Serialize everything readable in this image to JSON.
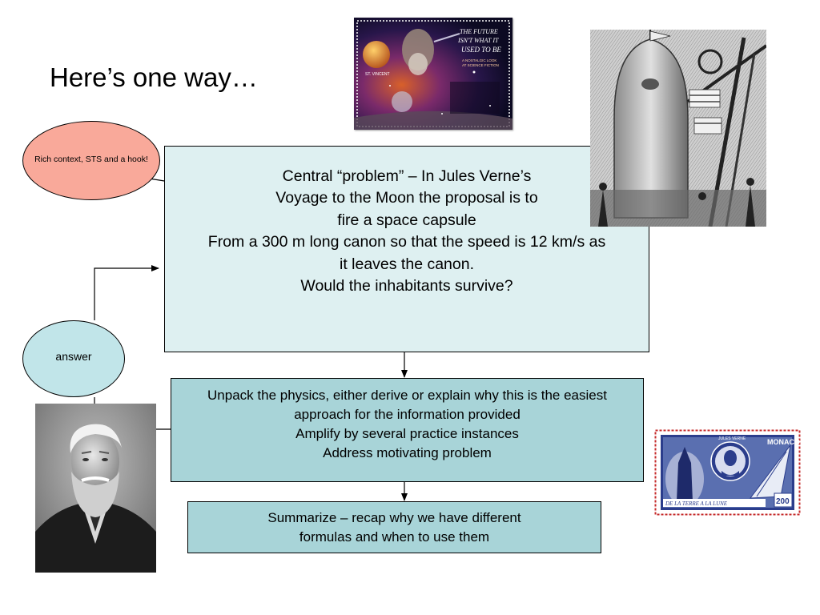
{
  "title": "Here’s one way…",
  "colors": {
    "central_fill": "#def0f1",
    "process_fill": "#a8d4d8",
    "hook_fill": "#f9a99a",
    "answer_fill": "#c1e5e9",
    "stamp_frame": "#c62b2b",
    "stamp_ink": "#2b3d8c"
  },
  "callouts": {
    "hook": "Rich context, STS and a hook!",
    "answer": "answer"
  },
  "central": {
    "lines": [
      "Central “problem” – In Jules Verne’s",
      "Voyage to the Moon the proposal is to",
      "fire a space capsule",
      "From a 300 m long canon so that the speed is 12 km/s as",
      "it leaves the canon.",
      "Would the inhabitants survive?"
    ]
  },
  "unpack": {
    "lines": [
      "Unpack the physics, either derive or explain why this is the easiest",
      "approach for the information provided",
      "Amplify by several practice instances",
      "Address motivating problem"
    ]
  },
  "summary": {
    "lines": [
      "Summarize – recap why we have different",
      "formulas and when to use them"
    ]
  },
  "images": {
    "stamp_future": {
      "icon": "space-stamp-image",
      "text": [
        "THE FUTURE",
        "ISN'T WHAT IT",
        "USED TO BE",
        "A NOSTALGIC LOOK",
        "AT SCIENCE FICTION",
        "ST. VINCENT"
      ]
    },
    "engraving": {
      "icon": "capsule-engraving-image"
    },
    "portrait": {
      "icon": "jules-verne-portrait-image"
    },
    "stamp_monaco": {
      "icon": "monaco-stamp-image",
      "country": "MONACO",
      "name": "JULES VERNE",
      "caption": "DE LA TERRE A LA LUNE",
      "value": "200"
    }
  }
}
